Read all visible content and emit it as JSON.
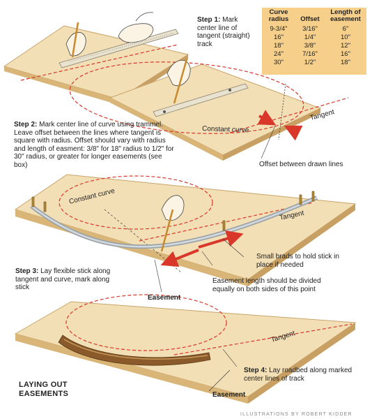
{
  "title": "LAYING OUT EASEMENTS",
  "credit": "ILLUSTRATIONS BY ROBERT KIDDER",
  "steps": [
    {
      "title": "Step 1:",
      "text": "Mark center line of tangent (straight) track"
    },
    {
      "title": "Step 2:",
      "text": "Mark center line of curve using trammel. Leave offset between the lines where tangent is square with radius. Offset should vary with radius and length of easment: 3/8\" for 18\" radius to 1/2\" for 30\" radius, or greater for longer easements (see box)"
    },
    {
      "title": "Step 3:",
      "text": "Lay flexible stick along tangent and curve, mark along stick"
    },
    {
      "title": "Step 4:",
      "text": "Lay roadbed along marked center lines of track"
    }
  ],
  "labels": {
    "constant_curve": "Constant curve",
    "tangent": "Tangent",
    "offset": "Offset between drawn lines",
    "small_brads": "Small brads to hold stick in place if needed",
    "easement_length": "Easement length should be divided equally on both sides of this point",
    "easement": "Easement"
  },
  "table": {
    "headers": [
      "Curve radius",
      "Offset",
      "Length of easement"
    ],
    "rows": [
      [
        "9-3/4\"",
        "3/16\"",
        "6\""
      ],
      [
        "16\"",
        "1/4\"",
        "10\""
      ],
      [
        "18\"",
        "3/8\"",
        "12\""
      ],
      [
        "24\"",
        "7/16\"",
        "16\""
      ],
      [
        "30\"",
        "1/2\"",
        "18\""
      ]
    ]
  },
  "colors": {
    "board": "#f2dfb5",
    "board_edge": "#d9b577",
    "red": "#d8372a",
    "box": "#f6cf8b"
  }
}
